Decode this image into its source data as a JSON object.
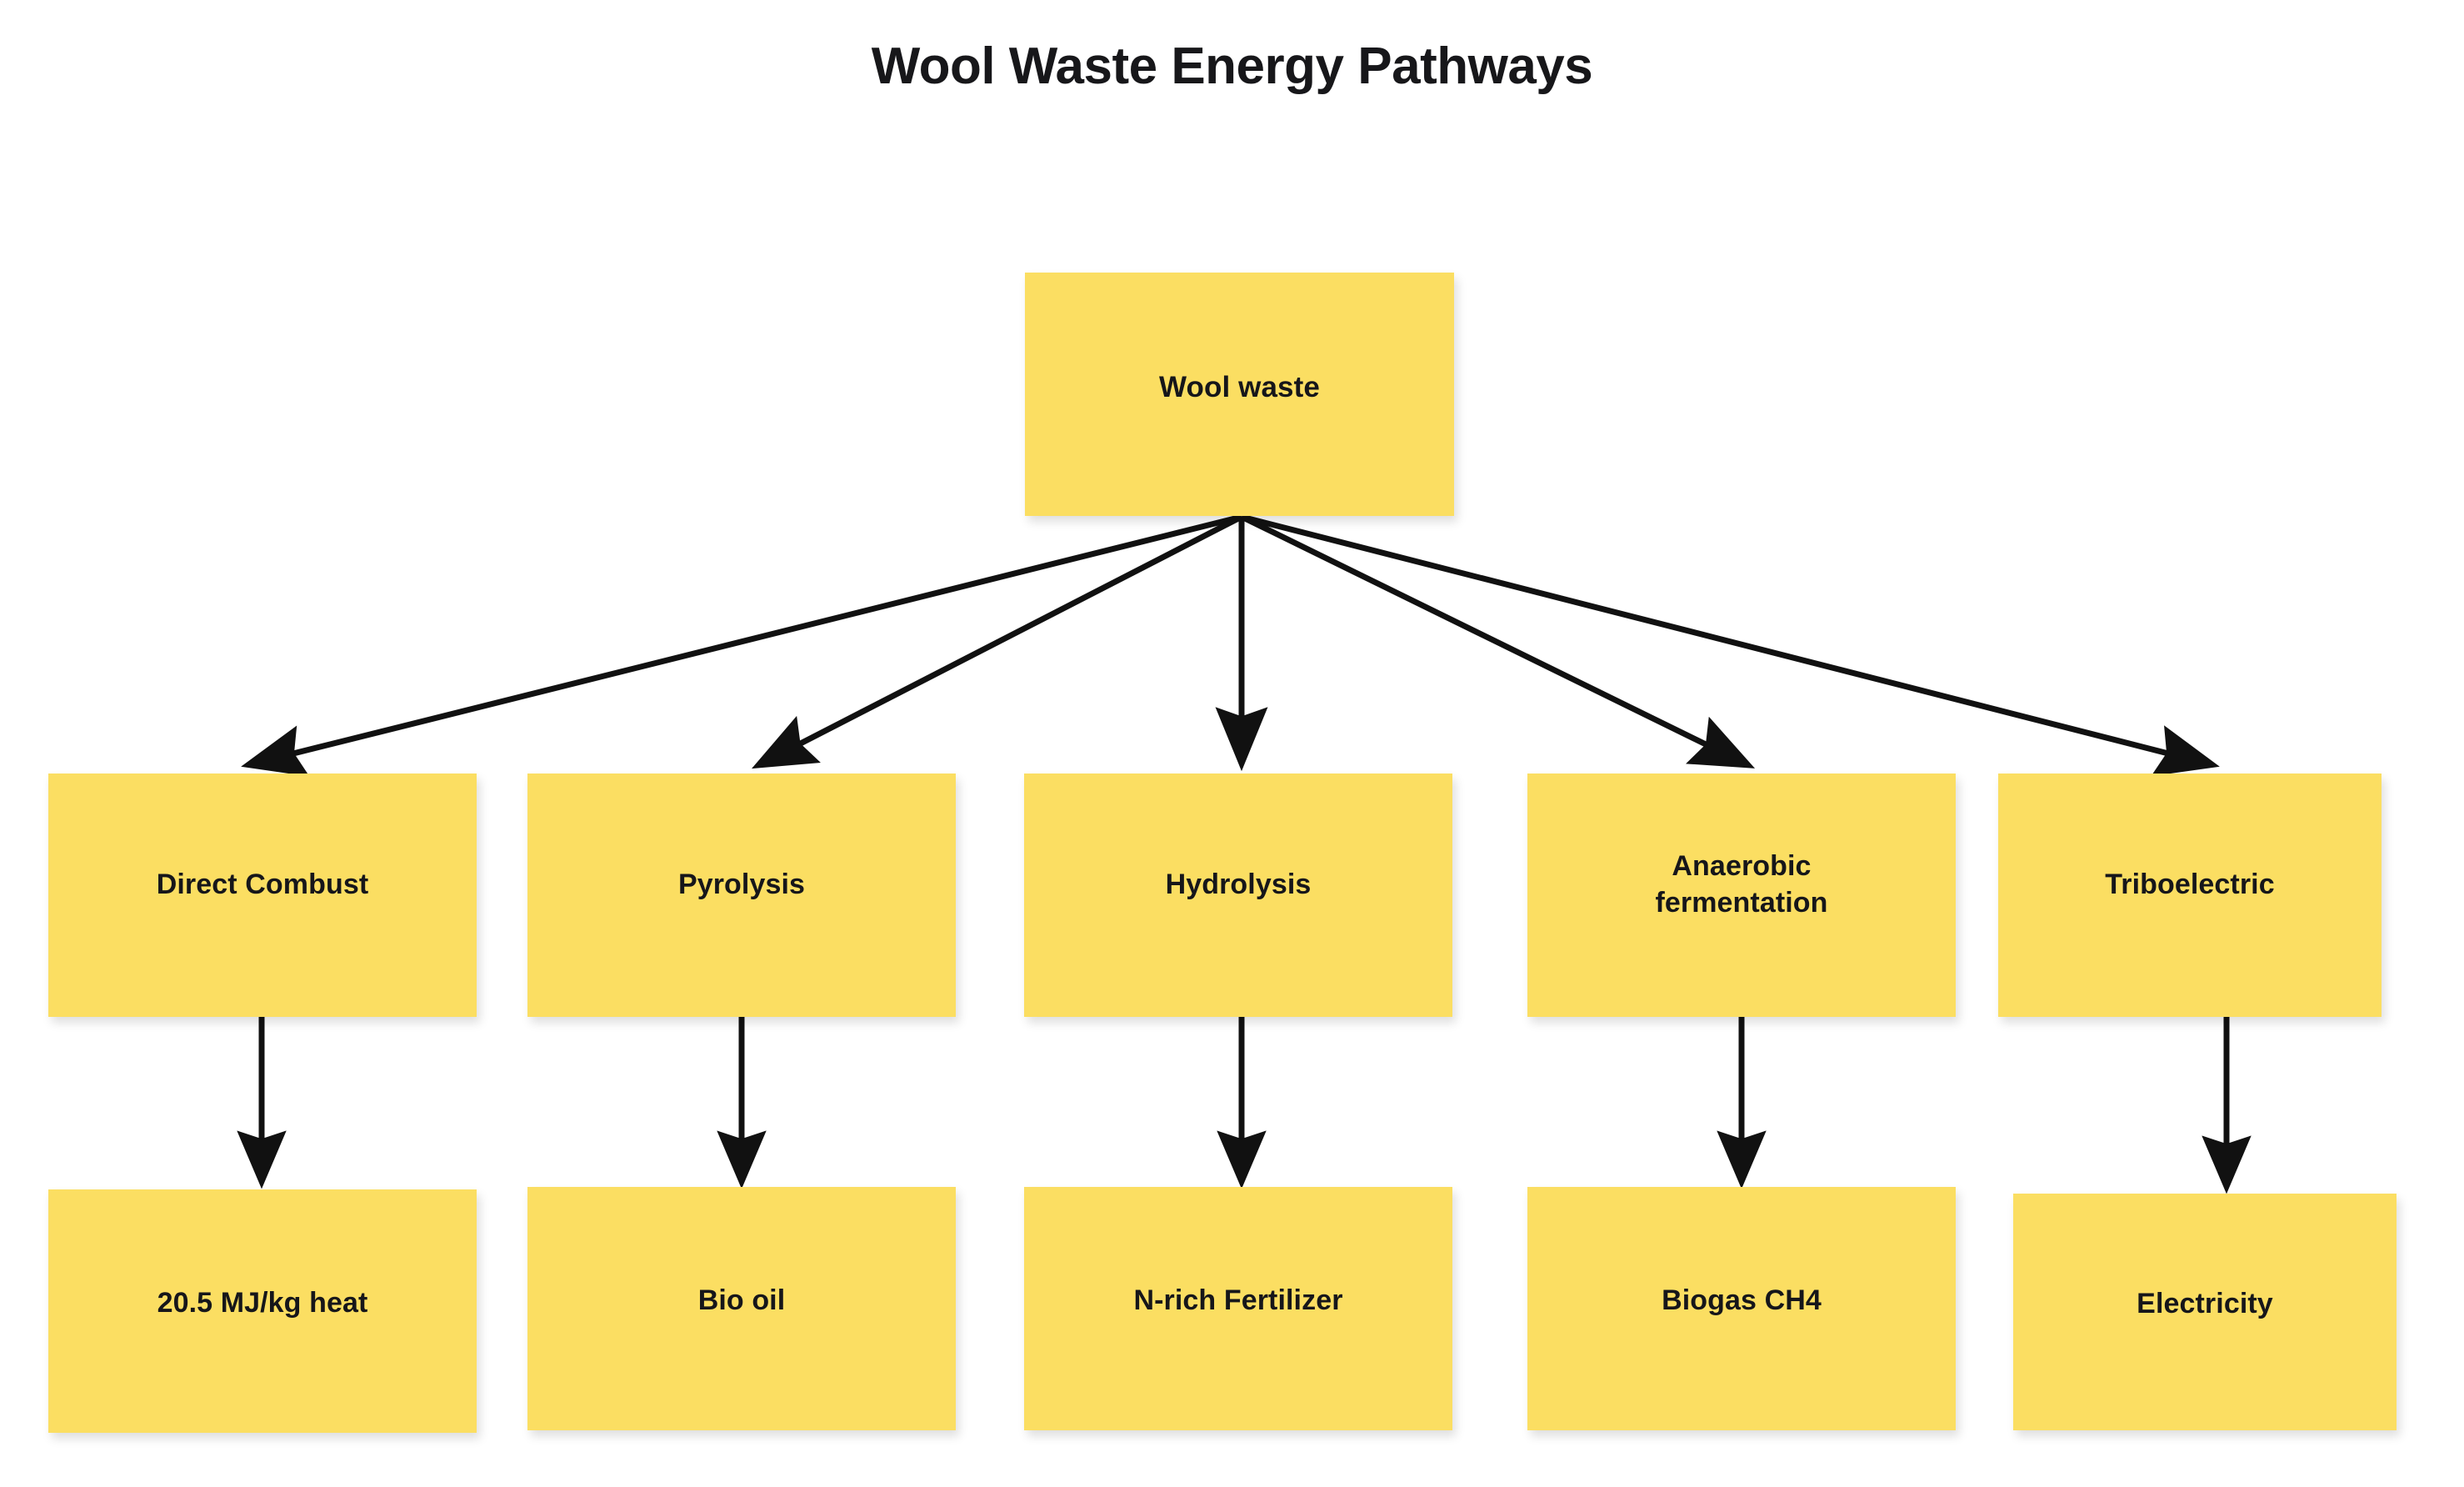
{
  "title": "Wool Waste Energy Pathways",
  "theme": {
    "node_fill": "#FBDE62",
    "node_text": "#16161a",
    "edge_color": "#111111",
    "background": "#ffffff",
    "title_color": "#17171a"
  },
  "diagram": {
    "type": "flowchart",
    "direction": "top-down",
    "root": {
      "id": "wool-waste",
      "label": "Wool waste"
    },
    "processes": [
      {
        "id": "direct-combust",
        "label": "Direct Combust",
        "lines": [
          "Direct Combust"
        ]
      },
      {
        "id": "pyrolysis",
        "label": "Pyrolysis",
        "lines": [
          "Pyrolysis"
        ]
      },
      {
        "id": "hydrolysis",
        "label": "Hydrolysis",
        "lines": [
          "Hydrolysis"
        ]
      },
      {
        "id": "anaerobic-fermentation",
        "label": "Anaerobic fermentation",
        "lines": [
          "Anaerobic",
          "fermentation"
        ]
      },
      {
        "id": "triboelectric",
        "label": "Triboelectric",
        "lines": [
          "Triboelectric"
        ]
      }
    ],
    "outputs": [
      {
        "id": "heat",
        "label": "20.5 MJ/kg heat"
      },
      {
        "id": "bio-oil",
        "label": "Bio oil"
      },
      {
        "id": "n-rich-fertilizer",
        "label": "N-rich Fertilizer"
      },
      {
        "id": "biogas-ch4",
        "label": "Biogas CH4"
      },
      {
        "id": "electricity",
        "label": "Electricity"
      }
    ],
    "edges": [
      {
        "from": "wool-waste",
        "to": "direct-combust"
      },
      {
        "from": "wool-waste",
        "to": "pyrolysis"
      },
      {
        "from": "wool-waste",
        "to": "hydrolysis"
      },
      {
        "from": "wool-waste",
        "to": "anaerobic-fermentation"
      },
      {
        "from": "wool-waste",
        "to": "triboelectric"
      },
      {
        "from": "direct-combust",
        "to": "heat"
      },
      {
        "from": "pyrolysis",
        "to": "bio-oil"
      },
      {
        "from": "hydrolysis",
        "to": "n-rich-fertilizer"
      },
      {
        "from": "anaerobic-fermentation",
        "to": "biogas-ch4"
      },
      {
        "from": "triboelectric",
        "to": "electricity"
      }
    ]
  }
}
